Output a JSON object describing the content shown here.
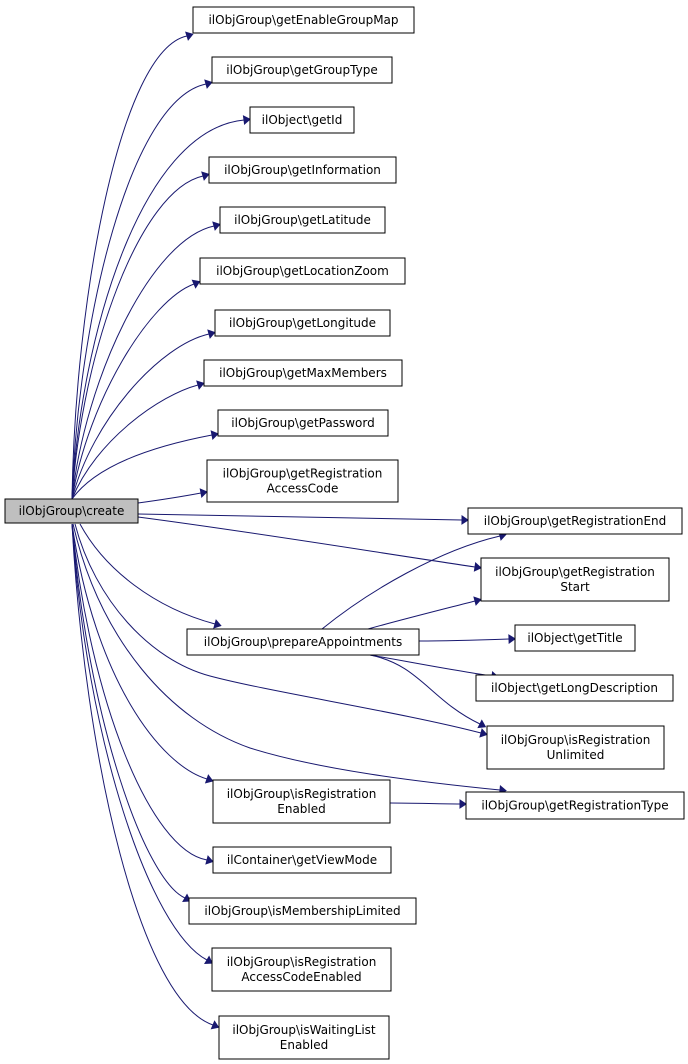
{
  "graph": {
    "root": {
      "id": "create",
      "label": [
        "ilObjGroup\\create"
      ]
    },
    "nodes": [
      {
        "id": "getEnableGroupMap",
        "label": [
          "ilObjGroup\\getEnableGroupMap"
        ]
      },
      {
        "id": "getGroupType",
        "label": [
          "ilObjGroup\\getGroupType"
        ]
      },
      {
        "id": "getId",
        "label": [
          "ilObject\\getId"
        ]
      },
      {
        "id": "getInformation",
        "label": [
          "ilObjGroup\\getInformation"
        ]
      },
      {
        "id": "getLatitude",
        "label": [
          "ilObjGroup\\getLatitude"
        ]
      },
      {
        "id": "getLocationZoom",
        "label": [
          "ilObjGroup\\getLocationZoom"
        ]
      },
      {
        "id": "getLongitude",
        "label": [
          "ilObjGroup\\getLongitude"
        ]
      },
      {
        "id": "getMaxMembers",
        "label": [
          "ilObjGroup\\getMaxMembers"
        ]
      },
      {
        "id": "getPassword",
        "label": [
          "ilObjGroup\\getPassword"
        ]
      },
      {
        "id": "getRegistrationAccessCode",
        "label": [
          "ilObjGroup\\getRegistration",
          "AccessCode"
        ]
      },
      {
        "id": "getRegistrationEnd",
        "label": [
          "ilObjGroup\\getRegistrationEnd"
        ]
      },
      {
        "id": "getRegistrationStart",
        "label": [
          "ilObjGroup\\getRegistration",
          "Start"
        ]
      },
      {
        "id": "prepareAppointments",
        "label": [
          "ilObjGroup\\prepareAppointments"
        ]
      },
      {
        "id": "getTitle",
        "label": [
          "ilObject\\getTitle"
        ]
      },
      {
        "id": "getLongDescription",
        "label": [
          "ilObject\\getLongDescription"
        ]
      },
      {
        "id": "isRegistrationUnlimited",
        "label": [
          "ilObjGroup\\isRegistration",
          "Unlimited"
        ]
      },
      {
        "id": "isRegistrationEnabled",
        "label": [
          "ilObjGroup\\isRegistration",
          "Enabled"
        ]
      },
      {
        "id": "getRegistrationType",
        "label": [
          "ilObjGroup\\getRegistrationType"
        ]
      },
      {
        "id": "getViewMode",
        "label": [
          "ilContainer\\getViewMode"
        ]
      },
      {
        "id": "isMembershipLimited",
        "label": [
          "ilObjGroup\\isMembershipLimited"
        ]
      },
      {
        "id": "isRegistrationAccessCodeEnabled",
        "label": [
          "ilObjGroup\\isRegistration",
          "AccessCodeEnabled"
        ]
      },
      {
        "id": "isWaitingListEnabled",
        "label": [
          "ilObjGroup\\isWaitingList",
          "Enabled"
        ]
      }
    ],
    "edges": [
      {
        "from": "create",
        "to": "getEnableGroupMap"
      },
      {
        "from": "create",
        "to": "getGroupType"
      },
      {
        "from": "create",
        "to": "getId"
      },
      {
        "from": "create",
        "to": "getInformation"
      },
      {
        "from": "create",
        "to": "getLatitude"
      },
      {
        "from": "create",
        "to": "getLocationZoom"
      },
      {
        "from": "create",
        "to": "getLongitude"
      },
      {
        "from": "create",
        "to": "getMaxMembers"
      },
      {
        "from": "create",
        "to": "getPassword"
      },
      {
        "from": "create",
        "to": "getRegistrationAccessCode"
      },
      {
        "from": "create",
        "to": "getRegistrationEnd"
      },
      {
        "from": "create",
        "to": "getRegistrationStart"
      },
      {
        "from": "create",
        "to": "prepareAppointments"
      },
      {
        "from": "create",
        "to": "isRegistrationUnlimited"
      },
      {
        "from": "create",
        "to": "getRegistrationType"
      },
      {
        "from": "create",
        "to": "isRegistrationEnabled"
      },
      {
        "from": "create",
        "to": "getViewMode"
      },
      {
        "from": "create",
        "to": "isMembershipLimited"
      },
      {
        "from": "create",
        "to": "isRegistrationAccessCodeEnabled"
      },
      {
        "from": "create",
        "to": "isWaitingListEnabled"
      },
      {
        "from": "prepareAppointments",
        "to": "getRegistrationEnd"
      },
      {
        "from": "prepareAppointments",
        "to": "getRegistrationStart"
      },
      {
        "from": "prepareAppointments",
        "to": "getTitle"
      },
      {
        "from": "prepareAppointments",
        "to": "getLongDescription"
      },
      {
        "from": "prepareAppointments",
        "to": "isRegistrationUnlimited"
      },
      {
        "from": "isRegistrationEnabled",
        "to": "getRegistrationType"
      }
    ],
    "colors": {
      "edge": "#191970",
      "root_fill": "#bfbfbf",
      "node_fill": "#ffffff",
      "border": "#000000"
    }
  }
}
